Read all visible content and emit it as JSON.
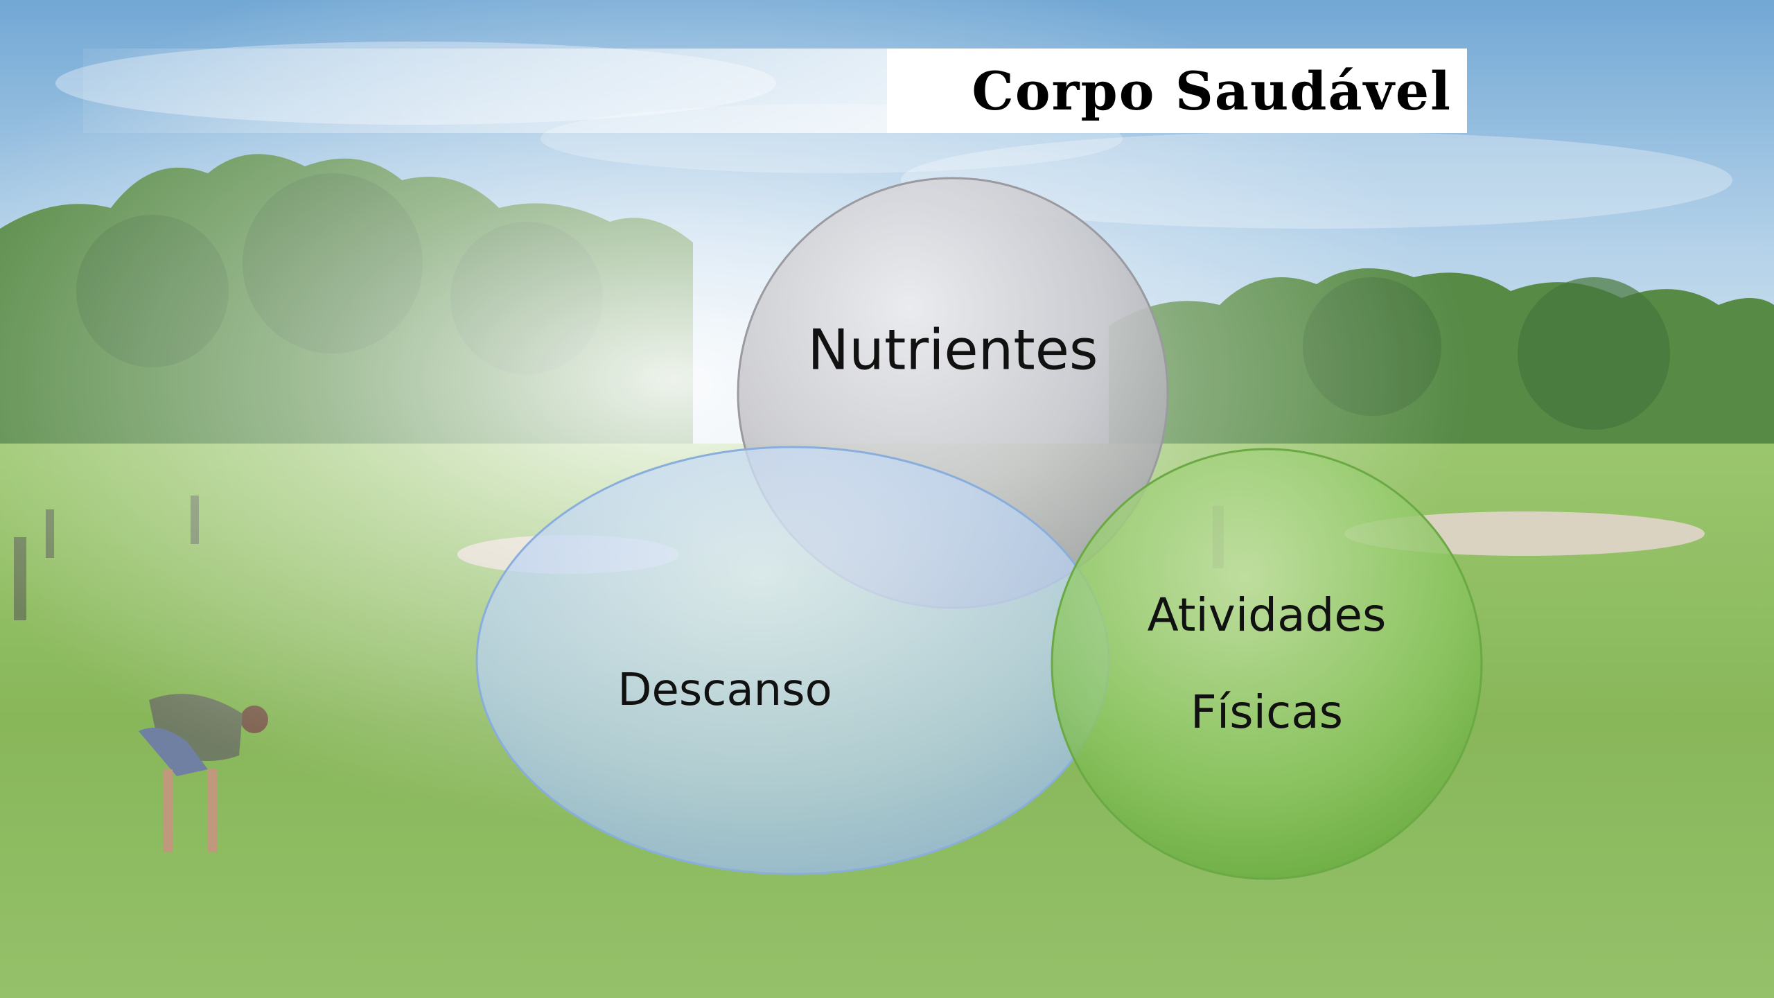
{
  "slide": {
    "title": "Corpo Saudável"
  },
  "venn": {
    "circles": [
      {
        "id": "nutrientes",
        "label": "Nutrientes",
        "color": "#b8b8bc"
      },
      {
        "id": "descanso",
        "label": "Descanso",
        "color": "#a9c6ec"
      },
      {
        "id": "atividades",
        "label_line1": "Atividades",
        "label_line2": "Físicas",
        "color": "#7fbd4f"
      }
    ]
  },
  "background": {
    "sky_color": "#7fb2dc",
    "grass_color": "#7fb449",
    "tree_color": "#3f7a2c"
  }
}
